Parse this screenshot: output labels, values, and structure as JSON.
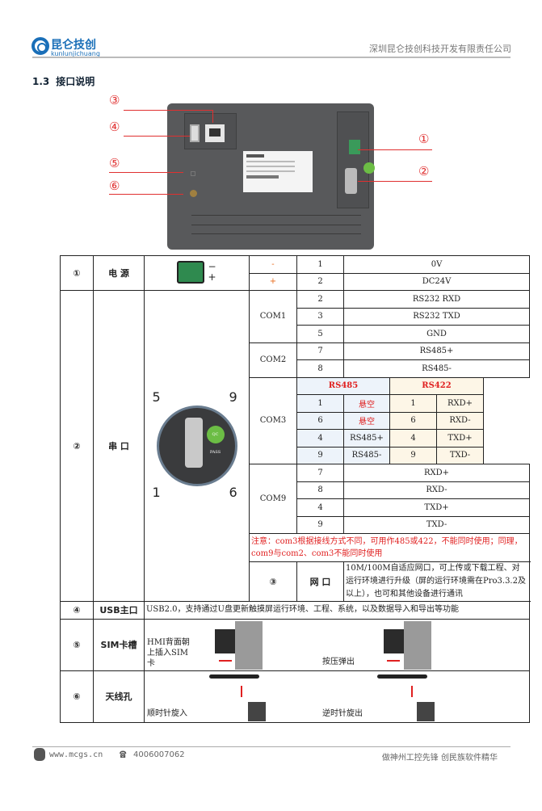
{
  "header": {
    "logo_cn": "昆仑技创",
    "logo_en": "kunlunjichuang",
    "company": "深圳昆仑技创科技开发有限责任公司"
  },
  "section": {
    "number": "1.3",
    "title": "接口说明"
  },
  "callouts": [
    "③",
    "④",
    "⑤",
    "⑥",
    "①",
    "②"
  ],
  "table": {
    "power": {
      "num": "①",
      "name": "电  源",
      "minus_label": "−",
      "plus_label": "+",
      "rows": [
        {
          "sign": "-",
          "pin": "1",
          "desc": "0V"
        },
        {
          "sign": "+",
          "pin": "2",
          "desc": "DC24V"
        }
      ]
    },
    "serial": {
      "num": "②",
      "name": "串  口",
      "pin_labels": [
        "5",
        "9",
        "1",
        "6"
      ],
      "qc": "QC PASS",
      "com1": {
        "label": "COM1",
        "rows": [
          {
            "pin": "2",
            "desc": "RS232 RXD"
          },
          {
            "pin": "3",
            "desc": "RS232 TXD"
          },
          {
            "pin": "5",
            "desc": "GND"
          }
        ]
      },
      "com2": {
        "label": "COM2",
        "rows": [
          {
            "pin": "7",
            "desc": "RS485+"
          },
          {
            "pin": "8",
            "desc": "RS485-"
          }
        ]
      },
      "com3": {
        "label": "COM3",
        "h485": "RS485",
        "h422": "RS422",
        "rows": [
          {
            "p1": "1",
            "d1": "悬空",
            "p2": "1",
            "d2": "RXD+"
          },
          {
            "p1": "6",
            "d1": "悬空",
            "p2": "6",
            "d2": "RXD-"
          },
          {
            "p1": "4",
            "d1": "RS485+",
            "p2": "4",
            "d2": "TXD+"
          },
          {
            "p1": "9",
            "d1": "RS485-",
            "p2": "9",
            "d2": "TXD-"
          }
        ]
      },
      "com9": {
        "label": "COM9",
        "rows": [
          {
            "pin": "7",
            "desc": "RXD+"
          },
          {
            "pin": "8",
            "desc": "RXD-"
          },
          {
            "pin": "4",
            "desc": "TXD+"
          },
          {
            "pin": "9",
            "desc": "TXD-"
          }
        ]
      },
      "note": "注意：com3根据接线方式不同，可用作485或422，不能同时使用；同理，com9与com2、com3不能同时使用"
    },
    "lan": {
      "num": "③",
      "name": "网  口",
      "desc": "10M/100M自适应网口，可上传或下载工程、对运行环境进行升级（屏的运行环境需在Pro3.3.2及以上），也可和其他设备进行通讯"
    },
    "usb": {
      "num": "④",
      "name": "USB主口",
      "desc": "USB2.0，支持通过U盘更新触摸屏运行环境、工程、系统，以及数据导入和导出等功能"
    },
    "sim": {
      "num": "⑤",
      "name": "SIM卡槽",
      "insert": "HMI背面朝上插入SIM卡",
      "eject": "按压弹出"
    },
    "antenna": {
      "num": "⑥",
      "name": "天线孔",
      "in": "顺时针旋入",
      "out": "逆时针旋出"
    }
  },
  "footer": {
    "website": "www.mcgs.cn",
    "phone": "4006007062",
    "slogan": "做神州工控先锋  创民族软件精华"
  },
  "colors": {
    "accent_red": "#e02020",
    "brand_blue": "#1a6fb8",
    "rs485_bg": "#edf3fa",
    "rs422_bg": "#fdf6e7"
  }
}
